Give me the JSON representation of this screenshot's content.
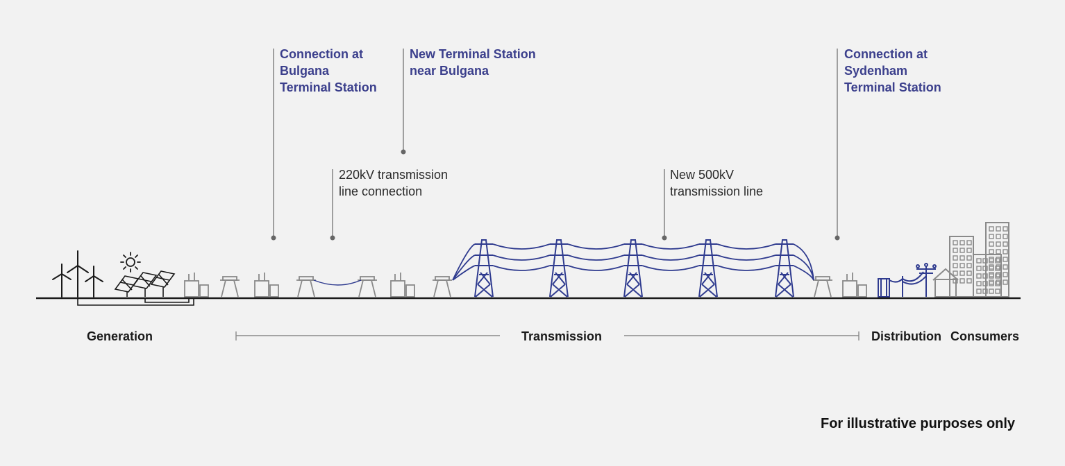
{
  "callouts": {
    "bulgana_connection": [
      "Connection at",
      "Bulgana",
      "Terminal Station"
    ],
    "new_terminal": [
      "New Terminal Station",
      "near Bulgana"
    ],
    "sydenham_connection": [
      "Connection at",
      "Sydenham",
      "Terminal Station"
    ]
  },
  "labels": {
    "line_220kv": [
      "220kV transmission",
      "line connection"
    ],
    "line_500kv": [
      "New 500kV",
      "transmission line"
    ]
  },
  "stages": {
    "generation": "Generation",
    "transmission": "Transmission",
    "distribution": "Distribution",
    "consumers": "Consumers"
  },
  "note": "For illustrative purposes only",
  "colors": {
    "background": "#f2f2f2",
    "accent": "#3b3f8c",
    "tower_blue": "#2f3b8f",
    "substation_grey": "#8a8a8a",
    "ground": "#1a1a1a"
  },
  "icons": [
    "wind-turbine-icon",
    "sun-icon",
    "solar-panel-icon",
    "substation-icon",
    "transmission-tower-icon",
    "utility-pole-icon",
    "house-icon",
    "building-icon"
  ]
}
